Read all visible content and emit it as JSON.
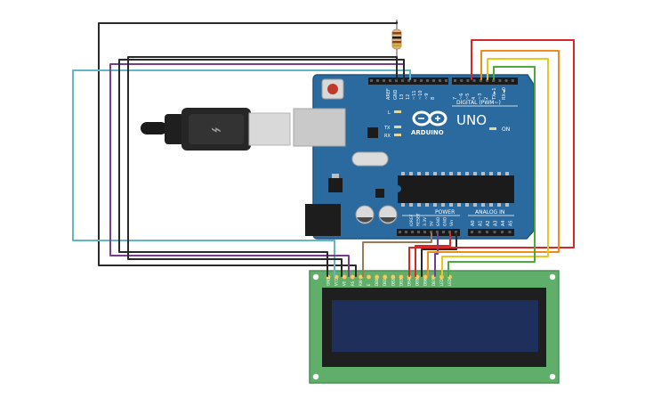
{
  "board": {
    "brand": "ARDUINO",
    "model": "UNO",
    "on_label": "ON",
    "aref_label": "AREF",
    "gnd_label": "GND",
    "digital_label": "DIGITAL (PWM~)",
    "power_label": "POWER",
    "analog_label": "ANALOG IN",
    "l_label": "L",
    "tx_label": "TX",
    "rx_label": "RX",
    "usb_symbol": "⌁",
    "digital_pins": [
      "13",
      "12",
      "~11",
      "~10",
      "~9",
      "8",
      "7",
      "~6",
      "~5",
      "4",
      "~3",
      "2",
      "TX►1",
      "RX◄0"
    ],
    "power_pins": [
      "IOREF",
      "RESET",
      "3.3V",
      "5V",
      "GND",
      "GND",
      "Vin"
    ],
    "analog_pins": [
      "A0",
      "A1",
      "A2",
      "A3",
      "A4",
      "A5"
    ]
  },
  "lcd": {
    "pin_labels": [
      "GND",
      "VCC",
      "V0",
      "RS",
      "RW",
      "E",
      "DB0",
      "DB1",
      "DB2",
      "DB3",
      "DB4",
      "DB5",
      "DB6",
      "DB7",
      "LED",
      "LED"
    ]
  },
  "colors": {
    "board": "#2b6a9e",
    "lcd_pcb": "#5fae6a",
    "lcd_screen": "#1e2f5c",
    "wire_black": "#2a2a2a",
    "wire_purple": "#7a3c8e",
    "wire_cyan": "#5fb8c4",
    "wire_red": "#d62828",
    "wire_orange": "#f08c1a",
    "wire_yellow": "#e8c81a",
    "wire_green": "#4caa3c",
    "wire_brown": "#9c7a55"
  }
}
